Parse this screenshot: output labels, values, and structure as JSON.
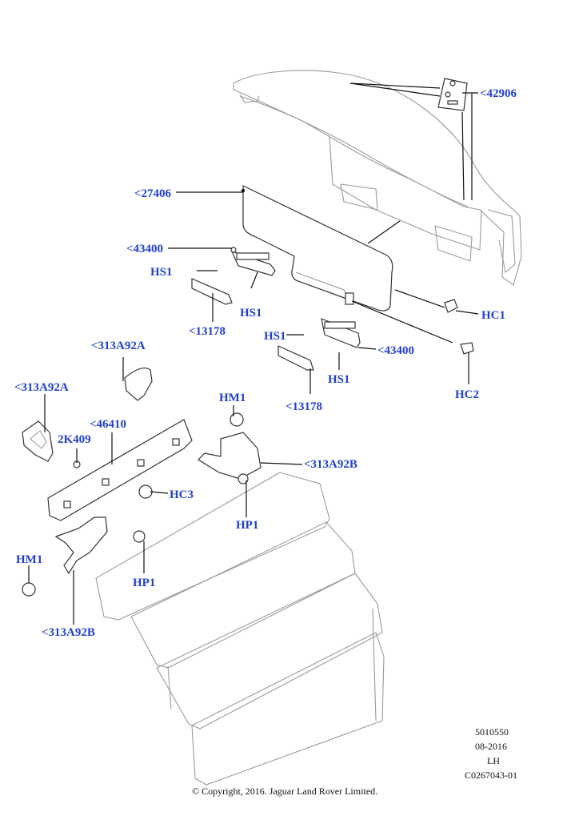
{
  "callouts": {
    "c42906": "<42906",
    "c27406": "<27406",
    "c43400a": "<43400",
    "hs1a": "HS1",
    "hs1b": "HS1",
    "c13178a": "<13178",
    "hc1": "HC1",
    "hs1c": "HS1",
    "c43400b": "<43400",
    "hs1d": "HS1",
    "hc2": "HC2",
    "c13178b": "<13178",
    "c313A92A_a": "<313A92A",
    "c313A92A_b": "<313A92A",
    "c46410": "<46410",
    "c2K409": "2K409",
    "hm1a": "HM1",
    "c313A92B_a": "<313A92B",
    "hc3": "HC3",
    "hp1a": "HP1",
    "hm1b": "HM1",
    "hp1b": "HP1",
    "c313A92B_b": "<313A92B"
  },
  "meta": {
    "code": "5010550",
    "date": "08-2016",
    "side": "LH",
    "ref": "C0267043-01"
  },
  "copyright": "© Copyright, 2016. Jaguar Land Rover Limited.",
  "colors": {
    "callout": "#1f3fd0",
    "line": "#111111",
    "outline": "#9a9a9a"
  }
}
